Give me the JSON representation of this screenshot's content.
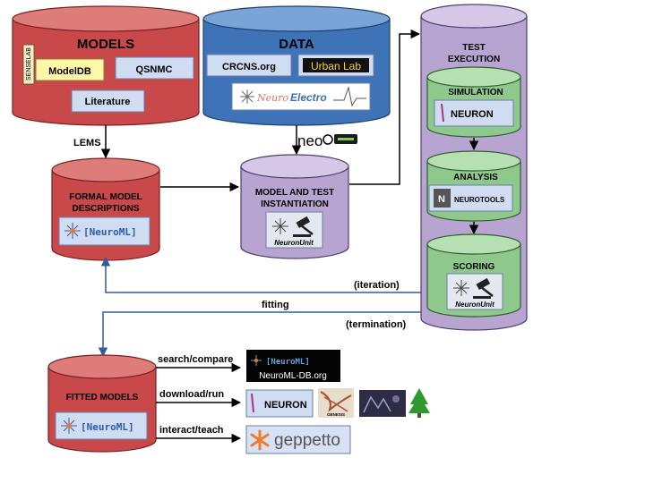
{
  "models": {
    "title": "MODELS",
    "modeldb": "ModelDB",
    "modeldb_side": "SENSELAB",
    "qsnmc": "QSNMC",
    "literature": "Literature"
  },
  "data": {
    "title": "DATA",
    "crcns": "CRCNS.org",
    "urban_lab": "Urban Lab",
    "neuroelectro_a": "Neuro",
    "neuroelectro_b": "Electro"
  },
  "labels": {
    "lems": "LEMS",
    "neo": "neo",
    "iteration": "(iteration)",
    "fitting": "fitting",
    "termination": "(termination)"
  },
  "formal": {
    "line1": "FORMAL MODEL",
    "line2": "DESCRIPTIONS",
    "neuroml": "[NeuroML]"
  },
  "instantiation": {
    "line1": "MODEL AND TEST",
    "line2": "INSTANTIATION",
    "neuronunit": "NeuronUnit"
  },
  "test_execution": {
    "line1": "TEST",
    "line2": "EXECUTION",
    "simulation": "SIMULATION",
    "neuron": "NEURON",
    "analysis": "ANALYSIS",
    "neurotools": "NEUROTOOLS",
    "scoring": "SCORING",
    "neuronunit": "NeuronUnit"
  },
  "fitted": {
    "title": "FITTED MODELS",
    "neuroml": "[NeuroML]"
  },
  "tools": {
    "search": "search/compare",
    "download": "download/run",
    "interact": "interact/teach",
    "neuromldb_logo": "[NeuroML]",
    "neuromldb_url": "NeuroML-DB.org",
    "neuron": "NEURON",
    "genesis": "GENESIS",
    "geppetto": "geppetto"
  },
  "colors": {
    "red": "#c9484a",
    "blue": "#3f73b8",
    "purple": "#b7a4d0",
    "green": "#8fc88c",
    "box": "#cfdcf2"
  }
}
